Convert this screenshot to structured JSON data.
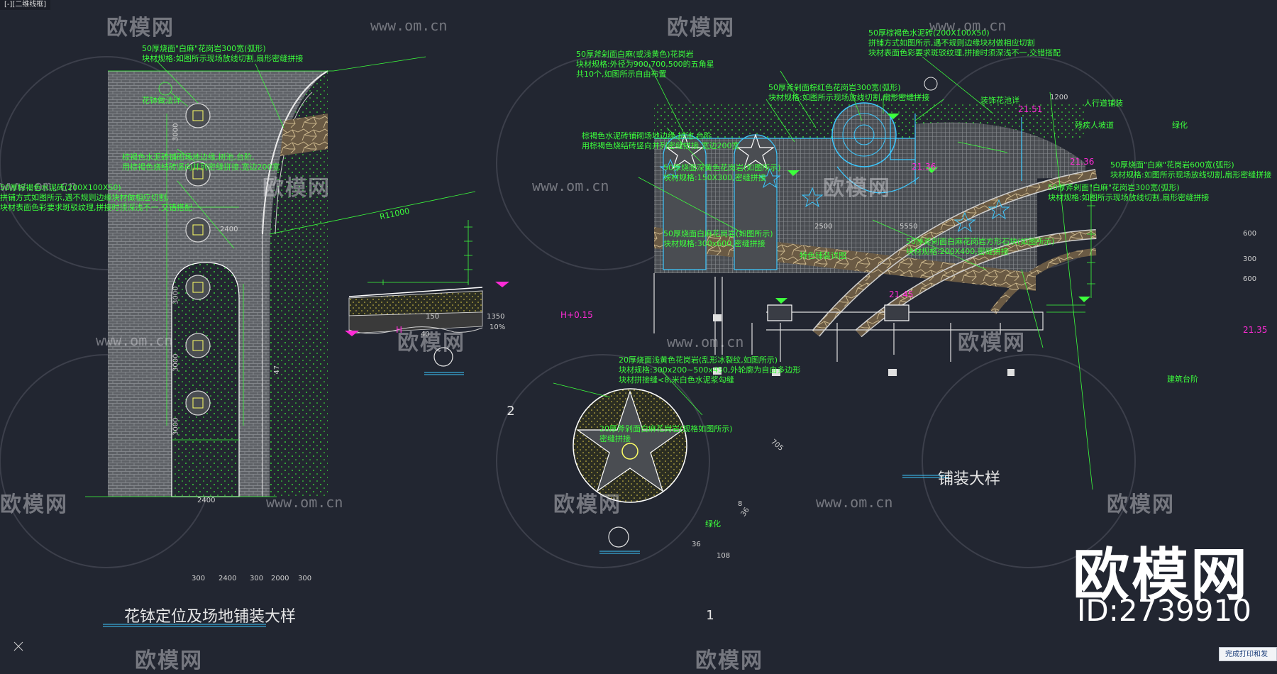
{
  "window": {
    "tab_title": "[-][二维线框]"
  },
  "watermark": {
    "brand": "欧模网",
    "url": "www.om.cn"
  },
  "brand_badge": {
    "name": "欧模网",
    "id": "ID:2739910"
  },
  "toast": {
    "text": "完成打印和发"
  },
  "titles": {
    "left": "花钵定位及场地铺装大样",
    "right": "铺装大样",
    "detail1": "1",
    "detail2": "2"
  },
  "left_notes": {
    "n1": "50厚烧面\"白麻\"花岗岩300宽(弧形)\n块材规格:如图所示现场放线切割,扇形密缝拼接",
    "n2": "花钵做法详",
    "n3": "棕褐色水泥砖铺砌场地边缘,树池,台阶,\n用棕褐色烧结砖竖向并列密缝拼接,宽边200宽",
    "n4": "50厚棕褐色水泥砖(200X100X50)\n拼铺方式如图所示,遇不规则边缘块材做相应切割,\n块材表面色彩要求斑驳纹理,拼接时须深浅不一,交错搭配",
    "r": "R11000"
  },
  "left_dims": {
    "d2400a": "2400",
    "d3000a": "3000",
    "d3000b": "3000",
    "d3000c": "3000",
    "d3000d": "3000",
    "d2400b": "2400",
    "d47": "47",
    "b300a": "300",
    "b2400": "2400",
    "b300b": "300",
    "b2000": "2000",
    "b300c": "300"
  },
  "section2": {
    "d150": "150",
    "d1350": "1350",
    "slope": "10%",
    "d40": "40",
    "h": "H",
    "h015": "H+0.15"
  },
  "detail1_notes": {
    "n1": "20厚斧剁面白麻花岗岩(规格如图所示)\n密缝拼接",
    "d705": "705",
    "green": "绿化",
    "d36a": "36",
    "d36b": "36",
    "d108": "108",
    "d8": "8"
  },
  "right_notes": {
    "n1": "50厚斧剁面白麻(或浅黄色)花岗岩\n块材规格:外径为900,700,500的五角星\n共10个,如图所示自由布置",
    "n2": "50厚棕褐色水泥砖(200X100X50)\n拼铺方式如图所示,遇不规则边缘块材做相应切割\n块材表面色彩要求斑驳纹理,拼接时须深浅不一,交错搭配",
    "n3": "50厚斧剁面棕红色花岗岩300宽(弧形)\n块材规格:如图所示现场放线切割,扇形密缝拼接",
    "n4": "装饰花池详",
    "n5": "人行道铺装",
    "n6": "残疾人坡道",
    "n7": "绿化",
    "n8": "棕褐色水泥砖铺砌场地边缘,树池,台阶\n用棕褐色烧结砖竖向并列密缝拼接,宽边200宽",
    "n9": "50厚烧面深黄色花岗岩(如图所示)\n块材规格:150X300,密缝拼接",
    "n10": "50厚烧面\"白麻\"花岗岩600宽(弧形)\n块材规格:如图所示现场放线切割,扇形密缝拼接",
    "n11": "50厚斧剁面\"白麻\"花岗岩300宽(弧形)\n块材规格:如图所示现场放线切割,扇形密缝拼接",
    "n12": "50厚烧面白麻花岗岩(如图所示)\n块材规格:300x600,密缝拼接",
    "n13": "50厚斧剁面白麻花岗岩方形石块(如图所示)\n块材规格:200X400,密缝拼接",
    "n14": "特色铺装详图",
    "n15": "20厚烧面浅黄色花岗岩(乱形冰裂纹,如图所示)\n块材规格:300x200~500x450,外轮廓为自由多边形\n块材拼接缝<8,米白色水泥浆勾缝",
    "n16": "建筑台阶",
    "e1": "21.51",
    "e2": "21.36",
    "e3": "21.36",
    "e4": "21.45",
    "e5": "21.35",
    "d1200": "1200",
    "d2500": "2500",
    "d5550": "5550",
    "d600a": "600",
    "d600b": "600",
    "d300": "300"
  }
}
